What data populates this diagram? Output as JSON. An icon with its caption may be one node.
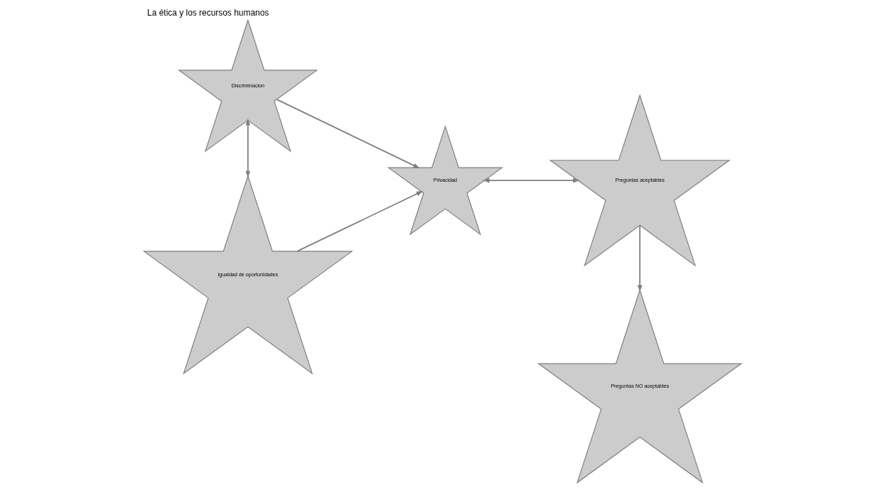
{
  "diagram": {
    "title": "La ética y los recursos humanos",
    "nodes": [
      {
        "text": [
          "Igualdad de oportunidades"
        ]
      },
      {
        "text": [
          "Preguntas aceptables"
        ]
      },
      {
        "text": [
          "Privacidad"
        ]
      },
      {
        "text": [
          "Discriminacion"
        ]
      },
      {
        "text": [
          "Preguntas NO aceptables"
        ]
      }
    ],
    "edges": [
      {
        "from": 3,
        "to": 0,
        "arrow": "both"
      },
      {
        "from": 0,
        "to": 2,
        "arrow": "to"
      },
      {
        "from": 3,
        "to": 2,
        "arrow": "to"
      },
      {
        "from": 2,
        "to": 1,
        "arrow": "both"
      },
      {
        "from": 1,
        "to": 4,
        "arrow": "to"
      }
    ]
  }
}
